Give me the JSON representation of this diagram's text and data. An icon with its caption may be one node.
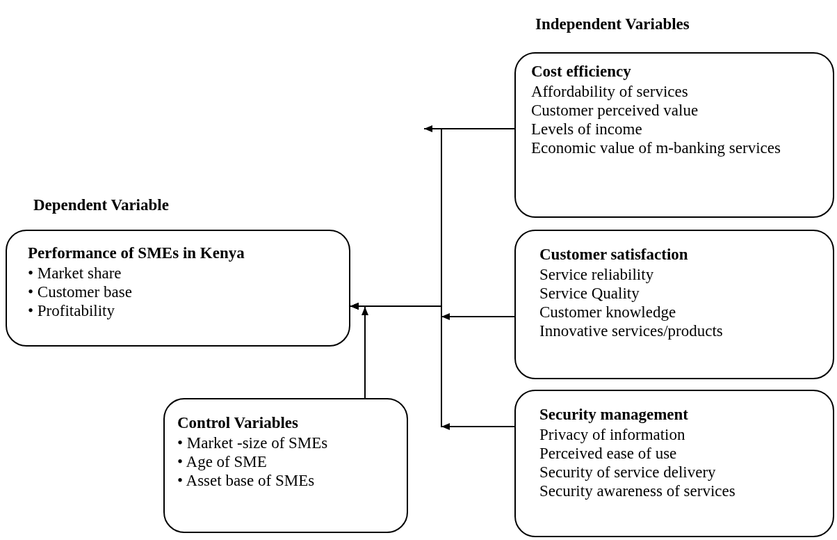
{
  "diagram": {
    "nodes": [
      {
        "text": [
          "Performance of SMEs in Kenya",
          "• Market share",
          "• Customer base",
          "• Profitability"
        ]
      },
      {
        "text": [
          "Control Variables",
          "• Market -size of SMEs",
          "• Age of SME",
          "• Asset base of SMEs"
        ]
      },
      {
        "text": [
          "Cost efficiency",
          "Affordability of services",
          "Customer perceived value",
          "Levels of income",
          "Economic value of m-banking services"
        ]
      },
      {
        "text": [
          "Customer satisfaction",
          "Service reliability",
          "Service Quality",
          "Customer knowledge",
          "Innovative services/products"
        ]
      },
      {
        "text": [
          "Security management",
          "Privacy of information",
          "Perceived ease of use",
          "Security of service delivery",
          "Security awareness of services"
        ]
      }
    ],
    "edges": [
      {
        "from": 2,
        "to": 0,
        "arrow": "to"
      },
      {
        "from": 3,
        "to": 0,
        "arrow": "to"
      },
      {
        "from": 4,
        "to": 0,
        "arrow": "to"
      },
      {
        "from": 1,
        "to": 0,
        "arrow": "to"
      }
    ],
    "labels": [
      "Independent Variables",
      "Dependent Variable"
    ]
  }
}
